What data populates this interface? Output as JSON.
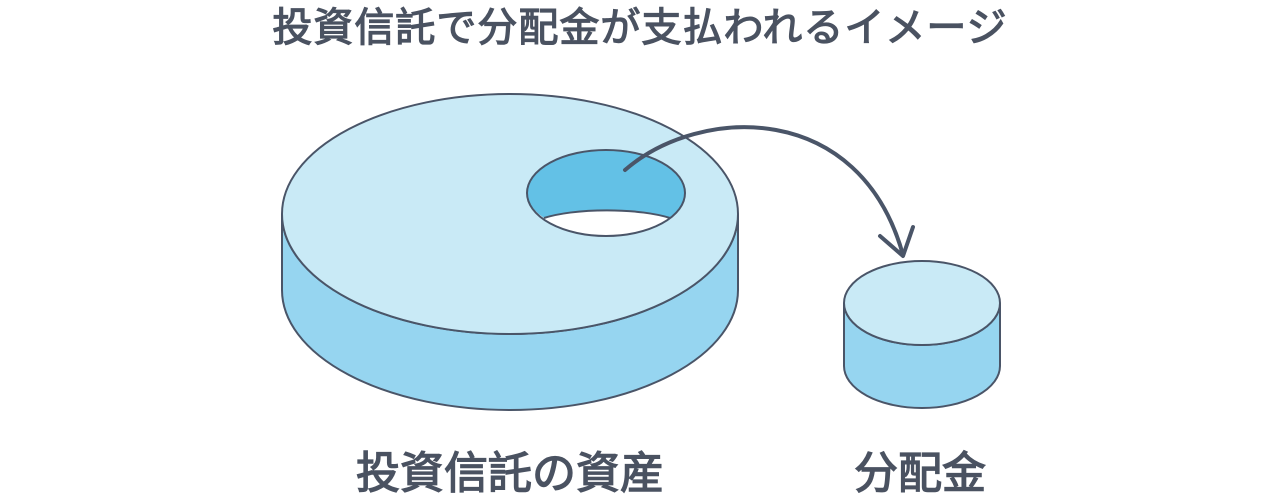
{
  "title": "投資信託で分配金が支払われるイメージ",
  "labels": {
    "assets": "投資信託の資産",
    "dividend": "分配金"
  },
  "colors": {
    "text": "#4a5261",
    "outline": "#4a5568",
    "top_face": "#c9eaf6",
    "side_face": "#96d5f0",
    "hole": "#63c1e6"
  }
}
